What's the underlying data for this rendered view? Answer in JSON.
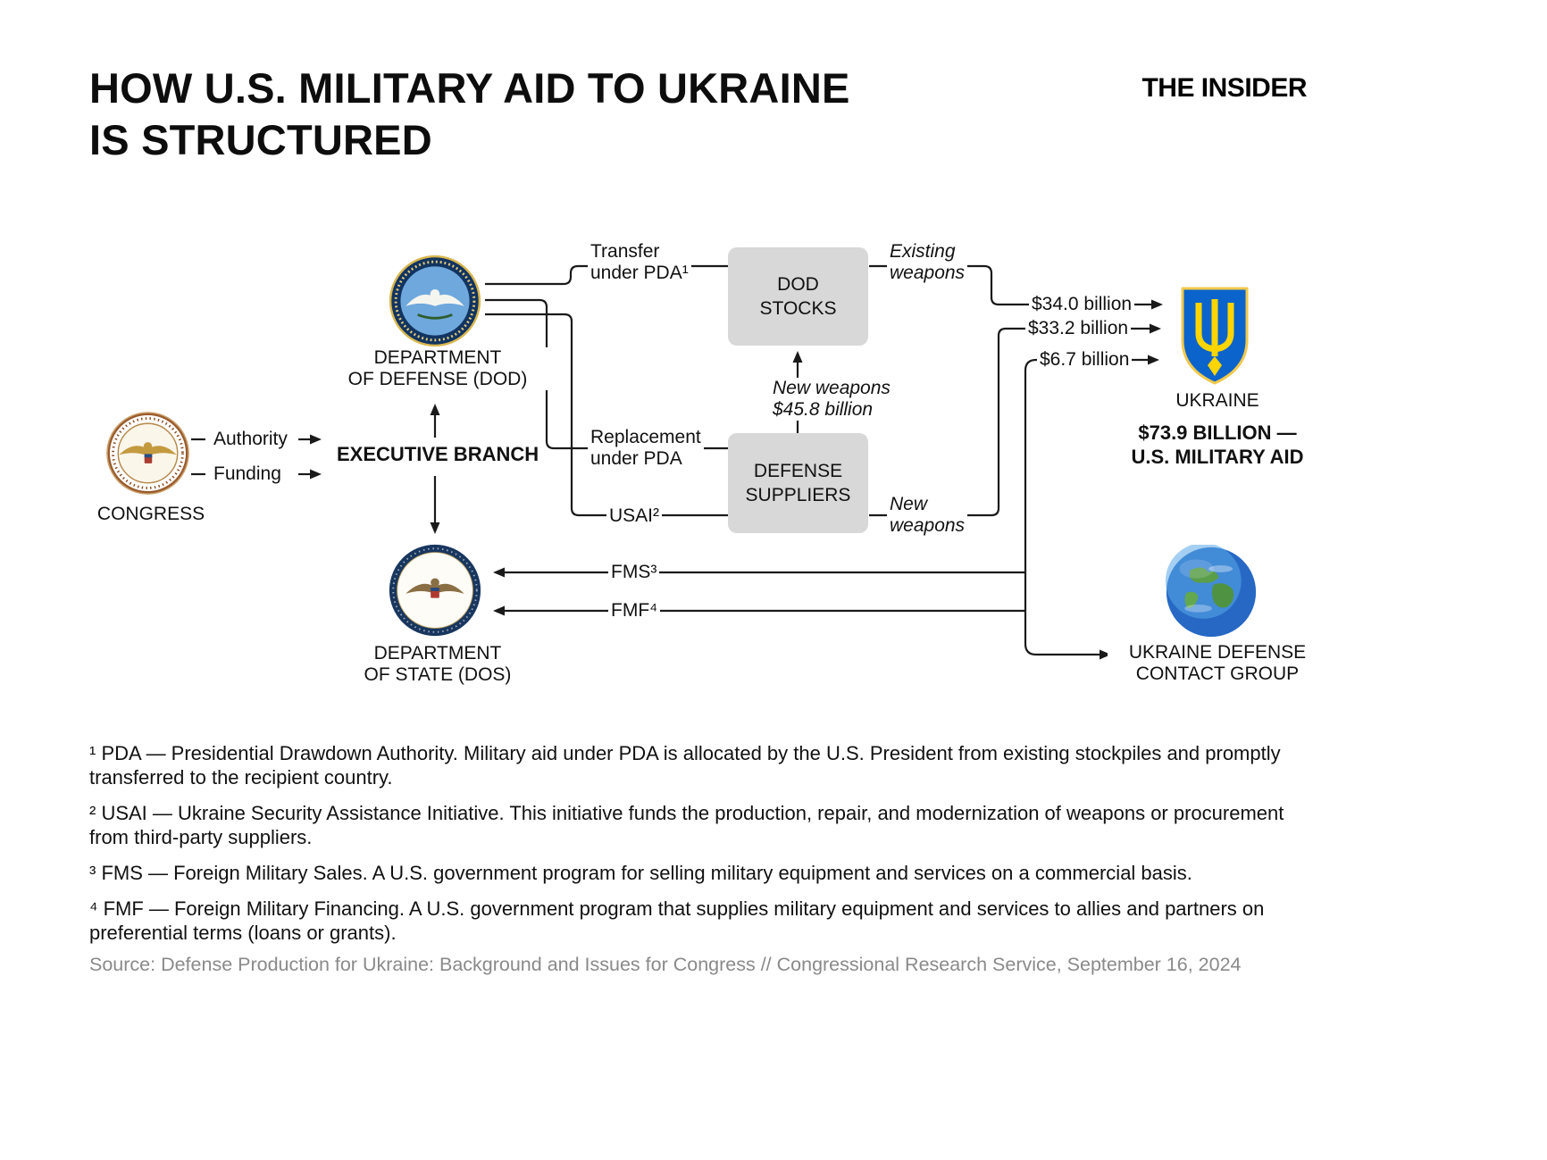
{
  "page": {
    "title_line1": "HOW U.S. MILITARY AID TO UKRAINE",
    "title_line2": "IS STRUCTURED",
    "brand": "THE INSIDER"
  },
  "diagram": {
    "congress_label": "CONGRESS",
    "authority_label": "Authority",
    "funding_label": "Funding",
    "executive_branch_label": "EXECUTIVE BRANCH",
    "dod_label_line1": "DEPARTMENT",
    "dod_label_line2": "OF DEFENSE (DOD)",
    "dos_label_line1": "DEPARTMENT",
    "dos_label_line2": "OF STATE (DOS)",
    "transfer_label_line1": "Transfer",
    "transfer_label_line2": "under PDA¹",
    "replacement_label_line1": "Replacement",
    "replacement_label_line2": "under PDA",
    "usai_label": "USAI²",
    "fms_label": "FMS³",
    "fmf_label": "FMF⁴",
    "dod_stocks_line1": "DOD",
    "dod_stocks_line2": "STOCKS",
    "defense_suppliers_line1": "DEFENSE",
    "defense_suppliers_line2": "SUPPLIERS",
    "existing_weapons_line1": "Existing",
    "existing_weapons_line2": "weapons",
    "new_weapons_flow_line1": "New",
    "new_weapons_flow_line2": "weapons",
    "new_weapons_amount_line1": "New weapons",
    "new_weapons_amount_line2": "$45.8 billion",
    "amount_pda": "$34.0 billion",
    "amount_usai": "$33.2 billion",
    "amount_fmf": "$6.7 billion",
    "ukraine_label": "UKRAINE",
    "total_label_line1": "$73.9 BILLION —",
    "total_label_line2": "U.S. MILITARY AID",
    "udcg_label_line1": "UKRAINE DEFENSE",
    "udcg_label_line2": "CONTACT GROUP"
  },
  "footnotes": [
    "¹ PDA — Presidential Drawdown Authority. Military aid under PDA is allocated by the U.S. President from existing stockpiles and promptly transferred to the recipient country.",
    "² USAI — Ukraine Security Assistance Initiative. This initiative funds the production, repair, and modernization of weapons or procurement from third-party suppliers.",
    "³ FMS — Foreign Military Sales. A U.S. government program for selling military equipment and services on a commercial basis.",
    "⁴ FMF — Foreign Military Financing. A U.S. government program that supplies military equipment and services to allies and partners on preferential terms (loans or grants)."
  ],
  "source": "Source: Defense Production for Ukraine: Background and Issues for Congress // Congressional Research Service, September 16, 2024",
  "colors": {
    "line": "#1a1a1a",
    "box_gray": "#d8d8d8",
    "ukraine_blue": "#0b63cc",
    "ukraine_yellow": "#ffd500"
  }
}
